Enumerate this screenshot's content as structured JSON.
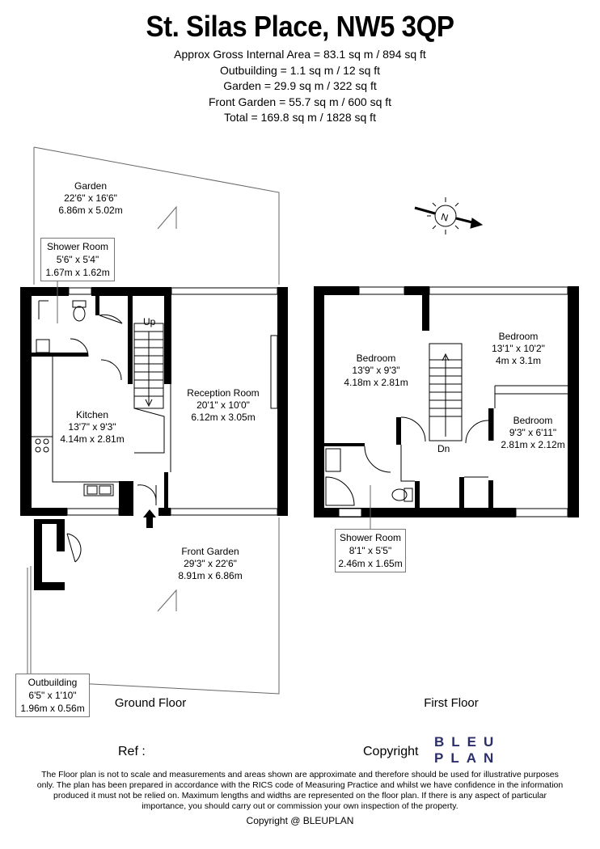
{
  "header": {
    "title": "St. Silas Place, NW5 3QP",
    "areas": [
      "Approx Gross Internal Area = 83.1 sq m / 894 sq ft",
      "Outbuilding = 1.1 sq m / 12 sq ft",
      "Garden = 29.9 sq m / 322 sq ft",
      "Front Garden = 55.7 sq m / 600 sq ft",
      "Total = 169.8 sq m / 1828 sq ft"
    ]
  },
  "rooms": {
    "garden": [
      "Garden",
      "22'6\" x 16'6\"",
      "6.86m x 5.02m"
    ],
    "shower_ground": [
      "Shower Room",
      "5'6\" x 5'4\"",
      "1.67m x 1.62m"
    ],
    "kitchen": [
      "Kitchen",
      "13'7\" x 9'3\"",
      "4.14m x 2.81m"
    ],
    "reception": [
      "Reception Room",
      "20'1\" x 10'0\"",
      "6.12m x 3.05m"
    ],
    "front_garden": [
      "Front Garden",
      "29'3\" x 22'6\"",
      "8.91m x 6.86m"
    ],
    "outbuilding": [
      "Outbuilding",
      "6'5\" x 1'10\"",
      "1.96m x 0.56m"
    ],
    "bedroom1": [
      "Bedroom",
      "13'9\" x 9'3\"",
      "4.18m x 2.81m"
    ],
    "bedroom2": [
      "Bedroom",
      "13'1\" x 10'2\"",
      "4m x 3.1m"
    ],
    "bedroom3": [
      "Bedroom",
      "9'3\" x 6'11\"",
      "2.81m x 2.12m"
    ],
    "shower_first": [
      "Shower Room",
      "8'1\" x 5'5\"",
      "2.46m x 1.65m"
    ]
  },
  "stairs": {
    "up": "Up",
    "down": "Dn"
  },
  "compass": {
    "letter": "N"
  },
  "floors": {
    "ground": "Ground Floor",
    "first": "First Floor"
  },
  "footer": {
    "ref": "Ref  :",
    "copyright_label": "Copyright",
    "logo_line1": "BLEU",
    "logo_line2": "PLAN",
    "disclaimer": "The Floor plan is not to scale and measurements and areas shown are approximate and therefore should be used for illustrative purposes only. The plan has been prepared in accordance with the RICS code of Measuring Practice and whilst we have confidence in the information produced it must not be relied on. Maximum lengths and widths are represented on the floor plan. If there is any aspect of particular importance, you should carry out or commission your own inspection of the property.",
    "copyright_bottom": "Copyright @ BLEUPLAN"
  },
  "colors": {
    "wall": "#000000",
    "outline": "#666666",
    "logo": "#2c2d6b"
  }
}
